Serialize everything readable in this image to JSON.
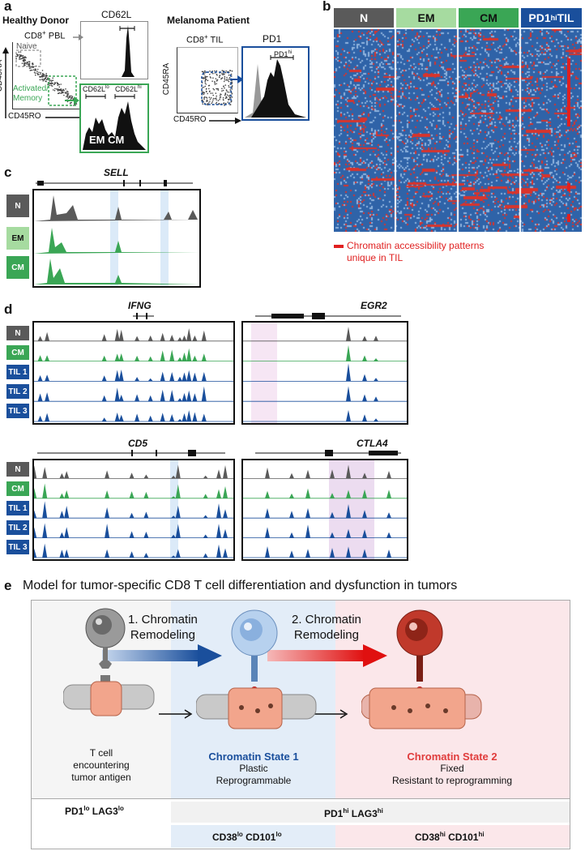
{
  "panel_a": {
    "letter": "a",
    "healthy_donor": "Healthy Donor",
    "cd8_pbl": "CD8",
    "cd8_pbl_sup": "+",
    "cd8_pbl_rest": " PBL",
    "naive": "Naive",
    "activated_memory": "Activated/\nMemory",
    "cd45ra": "CD45RA",
    "cd45ro": "CD45RO",
    "cd62l": "CD62L",
    "cd62l_lo": "CD62L",
    "lo": "lo",
    "cd62l_hi": "CD62L",
    "hi": "hi",
    "em_cm": "EM CM",
    "melanoma_patient": "Melanoma Patient",
    "cd8_til": "CD8",
    "cd8_til_sup": "+",
    "cd8_til_rest": " TIL",
    "pd1": "PD1",
    "pd1hi": "PD1",
    "pd1hi_sup": "hi"
  },
  "panel_b": {
    "letter": "b",
    "headers": [
      {
        "label": "N",
        "color": "#5a5a5a"
      },
      {
        "label": "EM",
        "color": "#a6dba0"
      },
      {
        "label": "CM",
        "color": "#3aa655"
      },
      {
        "label": "PD1",
        "sup": "hi",
        "rest": "TIL",
        "color": "#1a4f9c"
      }
    ],
    "legend": "Chromatin accessibility patterns unique in TIL",
    "legend_color": "#e02020"
  },
  "panel_c": {
    "letter": "c",
    "gene": "SELL",
    "tracks": [
      {
        "label": "N",
        "color": "#5a5a5a"
      },
      {
        "label": "EM",
        "color": "#a6dba0"
      },
      {
        "label": "CM",
        "color": "#3aa655"
      }
    ]
  },
  "panel_d": {
    "letter": "d",
    "genes": [
      "IFNG",
      "EGR2",
      "CD5",
      "CTLA4"
    ],
    "tracks": [
      {
        "label": "N",
        "color": "#5a5a5a"
      },
      {
        "label": "CM",
        "color": "#3aa655"
      },
      {
        "label": "TIL 1",
        "color": "#1a4f9c"
      },
      {
        "label": "TIL 2",
        "color": "#1a4f9c"
      },
      {
        "label": "TIL 3",
        "color": "#1a4f9c"
      }
    ]
  },
  "panel_e": {
    "letter": "e",
    "title": "Model for tumor-specific CD8 T cell differentiation and dysfunction in tumors",
    "step1": "1. Chromatin\nRemodeling",
    "step2": "2. Chromatin\nRemodeling",
    "col1_text": "T cell\nencountering\ntumor antigen",
    "state1_title": "Chromatin State 1",
    "state1_text": "Plastic\nReprogrammable",
    "state2_title": "Chromatin State 2",
    "state2_text": "Fixed\nResistant to reprogramming",
    "row1_left": "PD1",
    "row1_left_sup1": "lo",
    "row1_left_mid": " LAG3",
    "row1_left_sup2": "lo",
    "row1_right": "PD1",
    "row1_right_sup1": "hi",
    "row1_right_mid": " LAG3",
    "row1_right_sup2": "hi",
    "row2_mid": "CD38",
    "row2_mid_sup1": "lo",
    "row2_mid_mid": " CD101",
    "row2_mid_sup2": "lo",
    "row2_right": "CD38",
    "row2_right_sup1": "hi",
    "row2_right_mid": " CD101",
    "row2_right_sup2": "hi",
    "state1_color": "#1a4f9c",
    "state2_color": "#e03c3c"
  }
}
